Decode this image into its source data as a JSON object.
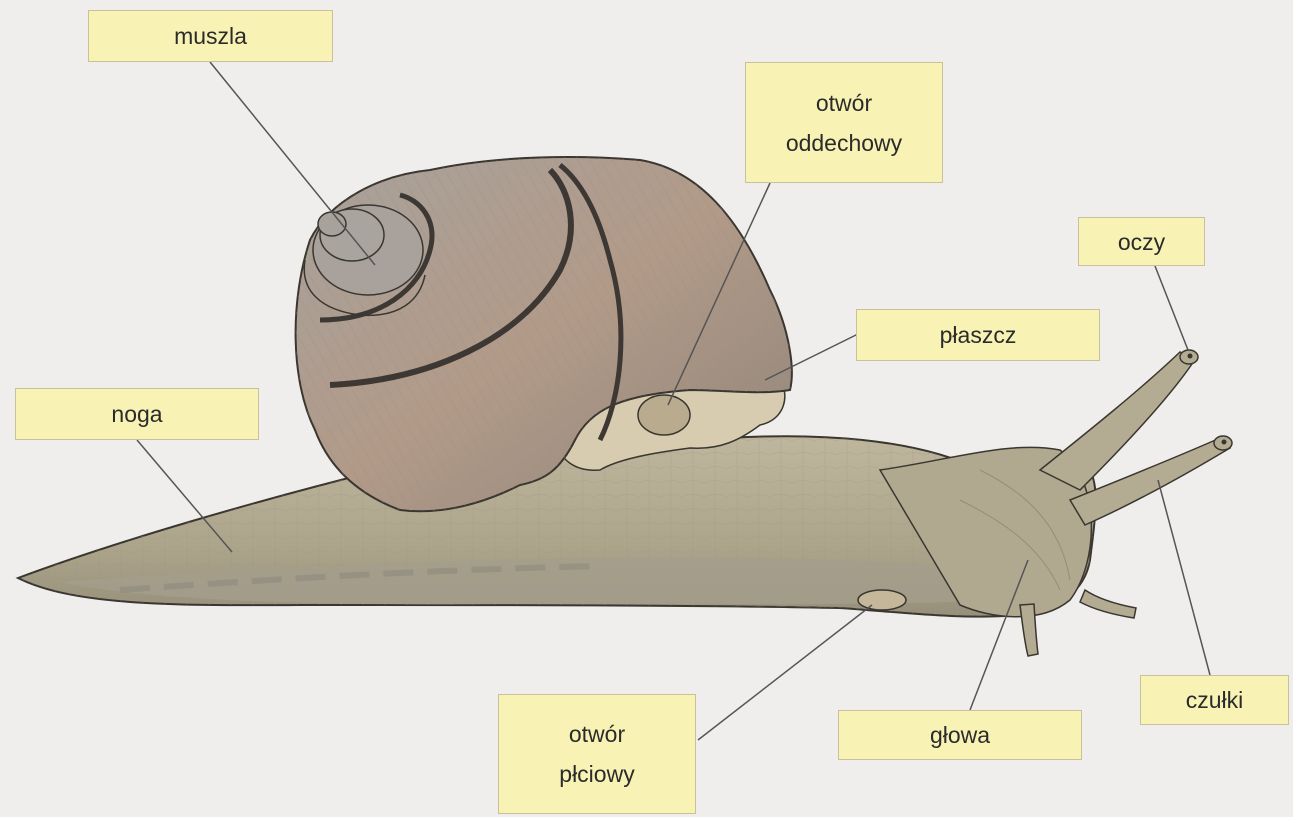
{
  "labels": {
    "muszla": "muszla",
    "otwor_oddechowy": "otwór\noddechowy",
    "oczy": "oczy",
    "plaszcz": "płaszcz",
    "noga": "noga",
    "otwor_plciowy": "otwór\npłciowy",
    "glowa": "głowa",
    "czulki": "czułki"
  },
  "colors": {
    "background": "#f0eeec",
    "label_fill": "#f8f3b4",
    "label_border": "#c9c19a",
    "leader_line": "#555555",
    "body": "#b3ab92",
    "shell": "#a59a90",
    "mantle": "#d8ccb0"
  }
}
